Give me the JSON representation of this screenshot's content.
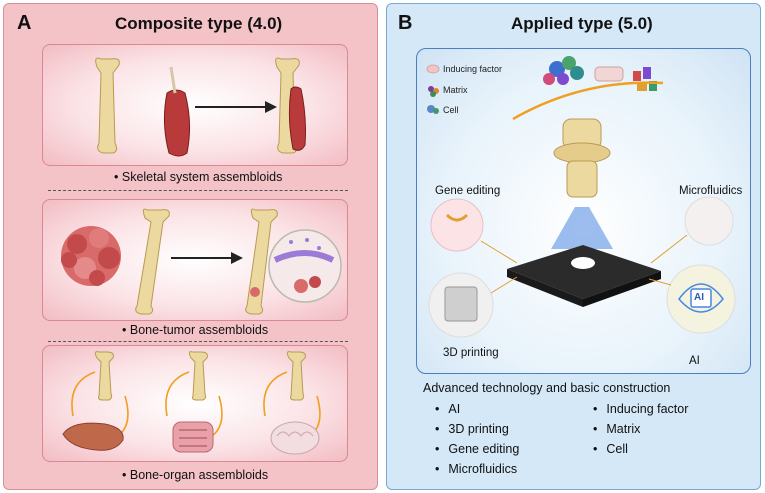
{
  "panel_a": {
    "letter": "A",
    "title": "Composite type (4.0)",
    "captions": {
      "skeletal": "Skeletal system assembloids",
      "tumor": "Bone-tumor assembloids",
      "organ": "Bone-organ assembloids"
    }
  },
  "panel_b": {
    "letter": "B",
    "title": "Applied type (5.0)",
    "legend": {
      "inducing_factor": "Inducing factor",
      "matrix": "Matrix",
      "cell": "Cell"
    },
    "tech_labels": {
      "gene_editing": "Gene editing",
      "microfluidics": "Microfluidics",
      "printing": "3D printing",
      "ai": "AI",
      "ai_chip": "AI"
    },
    "list_heading": "Advanced technology and basic construction",
    "list_left": [
      "AI",
      "3D printing",
      "Gene editing",
      "Microfluidics"
    ],
    "list_right": [
      "Inducing factor",
      "Matrix",
      "Cell"
    ]
  },
  "colors": {
    "panel_a_bg": "#f3c3c8",
    "panel_b_bg": "#d5e8f7",
    "bone": "#ecd9a0",
    "muscle": "#b93a3a",
    "orange_arrow": "#f0a020"
  }
}
